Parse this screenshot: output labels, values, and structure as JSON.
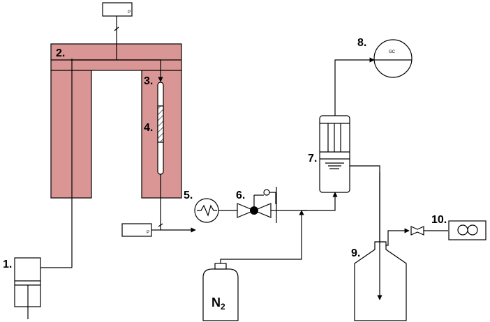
{
  "labels": {
    "l1": "1.",
    "l2": "2.",
    "l3": "3.",
    "l4": "4.",
    "l5": "5.",
    "l6": "6.",
    "l7": "7.",
    "l8": "8.",
    "l9": "9.",
    "l10": "10."
  },
  "gc_label": "GC",
  "n2_main": "N",
  "n2_sub": "2",
  "sensor_mark": "P"
}
